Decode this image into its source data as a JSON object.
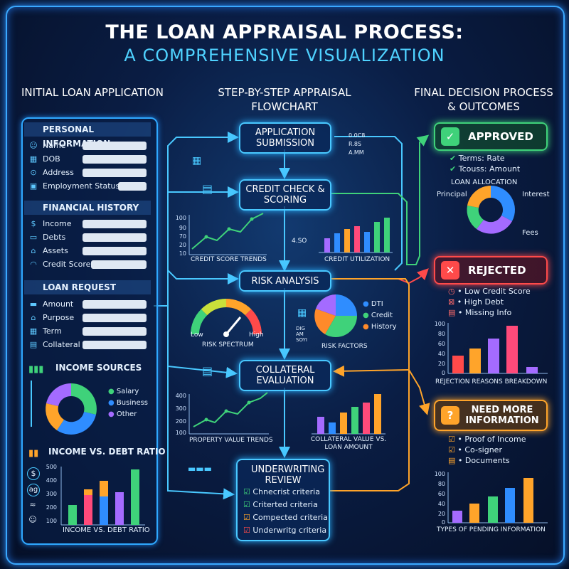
{
  "title": "THE LOAN APPRAISAL PROCESS:",
  "subtitle": "A COMPREHENSIVE VISUALIZATION",
  "columns": {
    "left": "INITIAL LOAN APPLICATION",
    "middle": "STEP-BY-STEP APPRAISAL FLOWCHART",
    "right": "FINAL DECISION PROCESS & OUTCOMES"
  },
  "application": {
    "personal": {
      "title": "PERSONAL INFORMATION",
      "fields": [
        "Name",
        "DOB",
        "Address",
        "Employment Status"
      ]
    },
    "financial": {
      "title": "FINANCIAL HISTORY",
      "fields": [
        "Income",
        "Debts",
        "Assets",
        "Credit Score"
      ]
    },
    "loan": {
      "title": "LOAN REQUEST",
      "fields": [
        "Amount",
        "Purpose",
        "Term",
        "Collateral"
      ]
    },
    "income_sources": {
      "title": "INCOME SOURCES",
      "legend": [
        "Salary",
        "Business",
        "Other"
      ],
      "colors": [
        "#3fd27a",
        "#2f8dff",
        "#a46bff"
      ]
    },
    "ratio": {
      "title": "INCOME VS. DEBT RATIO",
      "caption": "INCOME VS. DEBT RATIO",
      "ticks": [
        "500",
        "400",
        "300",
        "200",
        "100"
      ],
      "side_icons": [
        "$",
        "ag",
        "≈",
        "☺"
      ]
    }
  },
  "flow": {
    "steps": [
      "APPLICATION SUBMISSION",
      "CREDIT CHECK & SCORING",
      "RISK ANALYSIS",
      "COLLATERAL EVALUATION",
      "UNDERWRITING REVIEW"
    ],
    "credit_trends": {
      "caption": "CREDIT SCORE TRENDS",
      "ticks": [
        "100",
        "90",
        "70",
        "20",
        "10"
      ]
    },
    "credit_util": {
      "caption": "CREDIT UTILIZATION",
      "side": "4.SO"
    },
    "risk_spectrum": {
      "caption": "RISK SPECTRUM",
      "low": "Low",
      "high": "High"
    },
    "risk_factors": {
      "caption": "RISK FACTORS",
      "legend": [
        "DTI",
        "Credit",
        "History"
      ],
      "colors": [
        "#2f8dff",
        "#3fd27a",
        "#ff8a2a"
      ],
      "side": [
        "DIG",
        "AM",
        "SOYI"
      ]
    },
    "property": {
      "caption": "PROPERTY VALUE TRENDS",
      "ticks": [
        "400",
        "300",
        "200",
        "100"
      ]
    },
    "collateral_vs": {
      "caption": "COLLATERAL VALUE VS. LOAN AMOUNT"
    },
    "underwriting": [
      "Chnecrist criteria",
      "Criterted criteria",
      "Compected criteria",
      "Underwritg criteria"
    ],
    "misc": [
      "0.0C8",
      "R.8S",
      "A.MM"
    ]
  },
  "outcomes": {
    "approved": {
      "label": "APPROVED",
      "items": [
        "Terms: Rate",
        "Tcouss: Amount"
      ],
      "alloc_title": "LOAN ALLOCATION",
      "alloc": [
        "Principal",
        "Interest",
        "Fees"
      ]
    },
    "rejected": {
      "label": "REJECTED",
      "items": [
        "Low Credit Score",
        "High Debt",
        "Missing Info"
      ],
      "caption": "REJECTION REASONS BREAKDOWN",
      "ticks": [
        "100",
        "80",
        "60",
        "40",
        "20",
        "0"
      ]
    },
    "more_info": {
      "label": "NEED MORE INFORMATION",
      "items": [
        "Proof of Income",
        "Co-signer",
        "Documents"
      ],
      "caption": "TYPES OF PENDING INFORMATION",
      "ticks": [
        "100",
        "80",
        "60",
        "40",
        "20",
        "0"
      ]
    }
  },
  "colors": {
    "cyan": "#49c8ff",
    "green": "#3fd27a",
    "red": "#ff4a4a",
    "orange": "#ffa42a"
  }
}
